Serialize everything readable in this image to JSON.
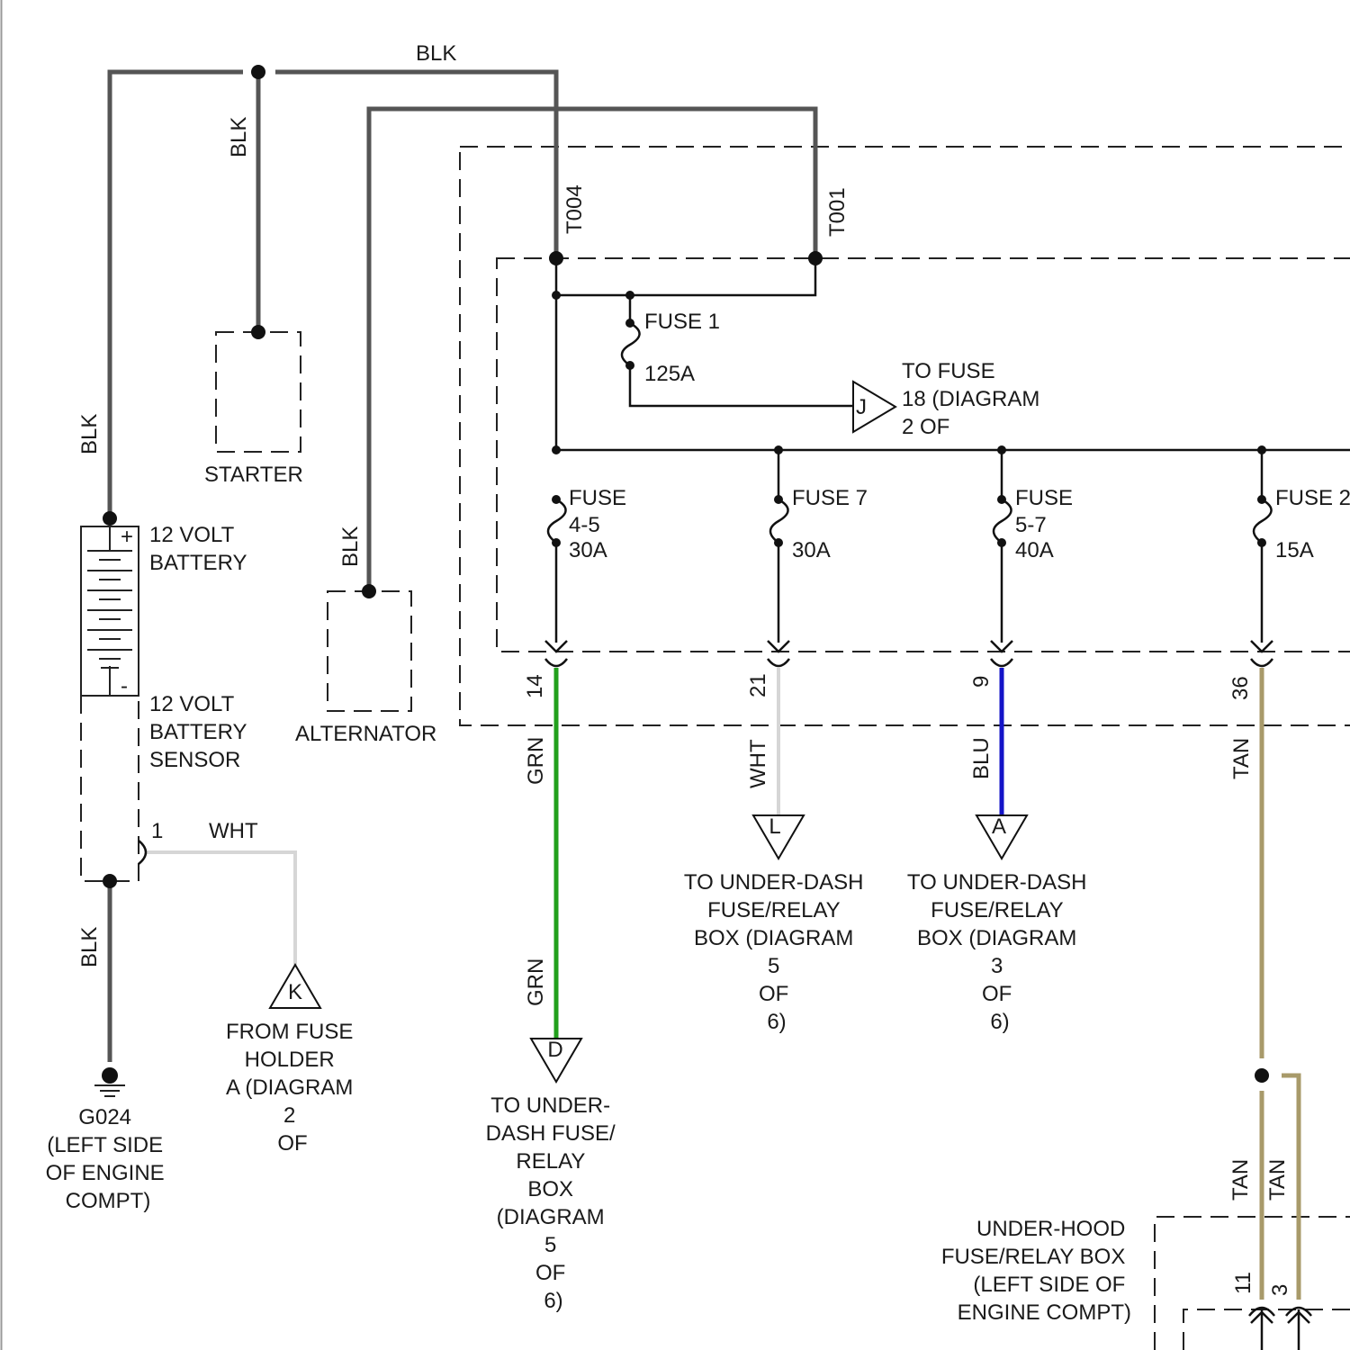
{
  "wire_colors": {
    "BLK": "#555555",
    "GRN": "#22a01c",
    "WHT": "#d6d6d6",
    "BLU": "#1414c8",
    "TAN": "#a89a6a"
  },
  "wire_labels": {
    "blk_top": "BLK",
    "blk_starter": "BLK",
    "blk_battery": "BLK",
    "blk_alternator": "BLK",
    "blk_ground": "BLK",
    "wht_sensor": "WHT",
    "grn_upper": "GRN",
    "grn_lower": "GRN",
    "wht_fuse7": "WHT",
    "blu_fuse57": "BLU",
    "tan_fuse2": "TAN",
    "tan_lower_left": "TAN",
    "tan_lower_right": "TAN"
  },
  "terminals": {
    "t004": "T004",
    "t001": "T001"
  },
  "pins": {
    "p14": "14",
    "p21": "21",
    "p9": "9",
    "p36": "36",
    "sensor_pin": "1",
    "p11": "11",
    "p3": "3"
  },
  "components": {
    "starter": "STARTER",
    "alternator": "ALTERNATOR",
    "battery": [
      "12 VOLT",
      "BATTERY"
    ],
    "battery_sensor": [
      "12 VOLT",
      "BATTERY",
      "SENSOR"
    ],
    "battery_plus": "+",
    "battery_minus": "-",
    "ground": [
      "G024",
      "(LEFT SIDE",
      "OF ENGINE",
      "COMPT)"
    ],
    "underhood_box": [
      "UNDER-HOOD",
      "FUSE/RELAY BOX",
      "(LEFT SIDE OF",
      "ENGINE COMPT)"
    ]
  },
  "fuses": {
    "fuse1": {
      "name": "FUSE 1",
      "rating": "125A"
    },
    "fuse45": {
      "name": [
        "FUSE",
        "4-5"
      ],
      "rating": "30A"
    },
    "fuse7": {
      "name": "FUSE 7",
      "rating": "30A"
    },
    "fuse57": {
      "name": [
        "FUSE",
        "5-7"
      ],
      "rating": "40A"
    },
    "fuse2": {
      "name": "FUSE 2",
      "rating": "15A"
    }
  },
  "connectors": {
    "J": {
      "letter": "J",
      "text": [
        "TO FUSE",
        "18 (DIAGRAM",
        "2 OF"
      ]
    },
    "K": {
      "letter": "K",
      "text": [
        "FROM FUSE",
        "HOLDER",
        "A (DIAGRAM",
        "2",
        "OF"
      ]
    },
    "D": {
      "letter": "D",
      "text": [
        "TO UNDER-",
        "DASH FUSE/",
        "RELAY",
        "BOX",
        "(DIAGRAM",
        "5",
        "OF",
        "6)"
      ]
    },
    "L": {
      "letter": "L",
      "text": [
        "TO UNDER-DASH",
        "FUSE/RELAY",
        "BOX (DIAGRAM",
        "5",
        "OF",
        "6)"
      ]
    },
    "A": {
      "letter": "A",
      "text": [
        "TO UNDER-DASH",
        "FUSE/RELAY",
        "BOX (DIAGRAM",
        "3",
        "OF",
        "6)"
      ]
    }
  }
}
